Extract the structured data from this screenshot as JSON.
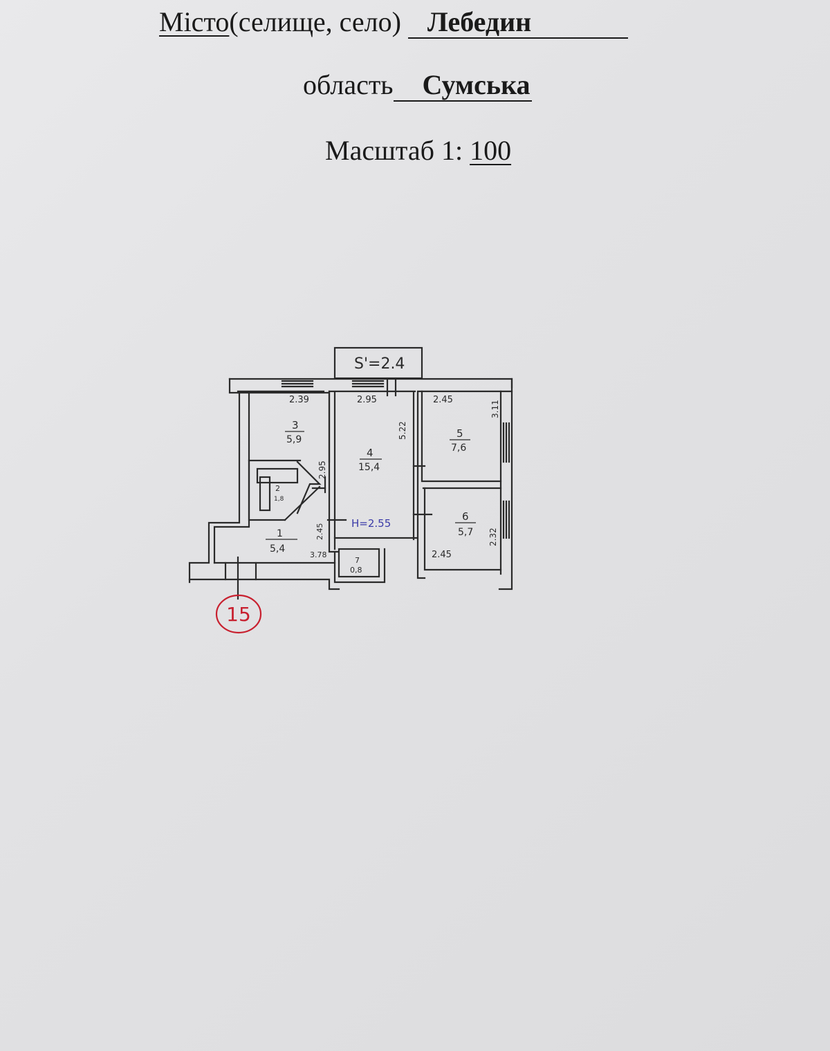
{
  "header": {
    "city_prefix": "Місто",
    "city_suffix": "(селище, село)",
    "city_value": "Лебедин",
    "region_prefix": "область",
    "region_value": "Сумська",
    "scale_prefix": "Масштаб 1: ",
    "scale_value": "100"
  },
  "plan": {
    "balcony": {
      "label": "S'=2.4"
    },
    "ceiling_height": "H=2.55",
    "rooms": [
      {
        "id": "1",
        "area": "5,4"
      },
      {
        "id": "2",
        "area": "1,8"
      },
      {
        "id": "3",
        "area": "5,9"
      },
      {
        "id": "4",
        "area": "15,4"
      },
      {
        "id": "5",
        "area": "7,6"
      },
      {
        "id": "6",
        "area": "5,7"
      },
      {
        "id": "7",
        "area": "0,8"
      }
    ],
    "dimensions": {
      "room3_width": "2.39",
      "room3_height": "2.95",
      "room4_width": "2.95",
      "room4_height": "5.22",
      "room5_width": "2.45",
      "room5_height": "3.11",
      "room6_width": "2.45",
      "room6_height": "2.32",
      "hall_width": "3.78",
      "hall_height": "2.45"
    },
    "apartment_number": "15"
  },
  "colors": {
    "ink": "#2a2a2a",
    "stamp": "#c8202f",
    "pen": "#3a3aa8"
  }
}
